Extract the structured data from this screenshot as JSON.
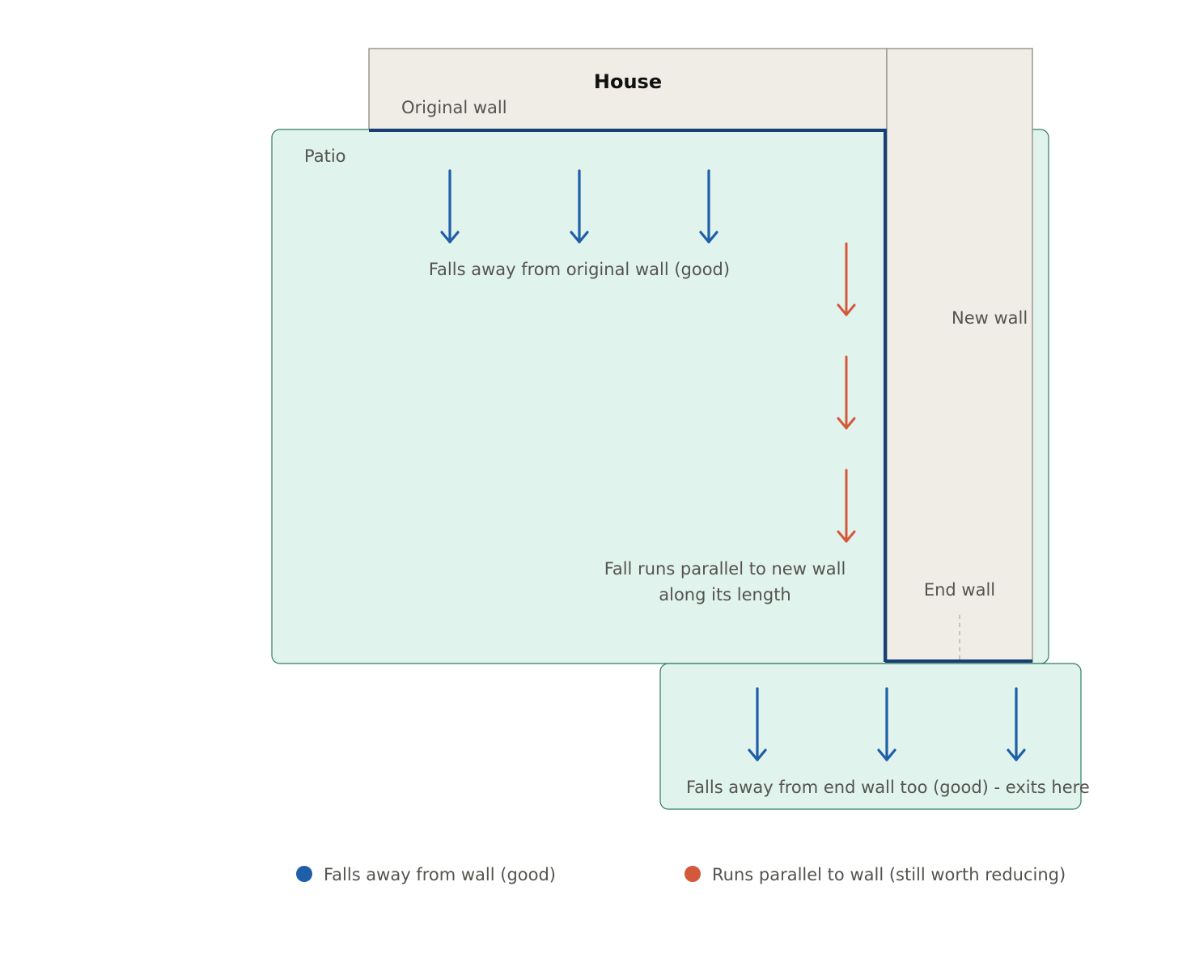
{
  "house": {
    "title": "House"
  },
  "walls": {
    "original": "Original wall",
    "new": "New wall",
    "end": "End wall"
  },
  "patio": {
    "label": "Patio"
  },
  "annotations": {
    "original_fall": "Falls away from original wall (good)",
    "parallel_line1": "Fall runs parallel to new wall",
    "parallel_line2": "along its length",
    "end_fall": "Falls away from end wall too (good) - exits here"
  },
  "legend": {
    "good": "Falls away from wall (good)",
    "parallel": "Runs parallel to wall (still worth reducing)"
  },
  "colors": {
    "patio_fill": "#e1f3ed",
    "patio_border": "#2e7d5f",
    "house_fill": "#f0ede7",
    "house_border": "#9a9890",
    "wall_line": "#173f73",
    "good_arrow": "#1f5ea8",
    "parallel_arrow": "#d4583a"
  }
}
